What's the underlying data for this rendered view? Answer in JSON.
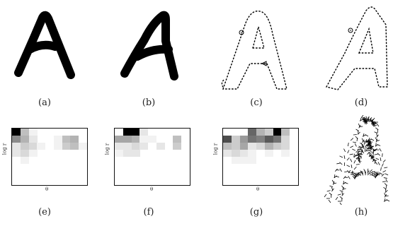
{
  "panels": {
    "captions": [
      "(a)",
      "(b)",
      "(c)",
      "(d)",
      "(e)",
      "(f)",
      "(g)",
      "(h)"
    ]
  },
  "histograms": {
    "xlabel": "θ",
    "ylabel": "log r",
    "grids": [
      [
        [
          1.0,
          0.25,
          0.05,
          0.0,
          0.0,
          0.0,
          0.0,
          0.0,
          0.0
        ],
        [
          0.45,
          0.3,
          0.1,
          0.0,
          0.0,
          0.05,
          0.25,
          0.3,
          0.0
        ],
        [
          0.1,
          0.2,
          0.15,
          0.05,
          0.0,
          0.05,
          0.2,
          0.25,
          0.05
        ],
        [
          0.1,
          0.15,
          0.05,
          0.0,
          0.0,
          0.0,
          0.0,
          0.0,
          0.0
        ],
        [
          0.0,
          0.05,
          0.0,
          0.0,
          0.0,
          0.0,
          0.0,
          0.0,
          0.0
        ]
      ],
      [
        [
          0.0,
          1.0,
          1.0,
          0.1,
          0.0,
          0.0,
          0.0,
          0.0,
          0.0
        ],
        [
          0.35,
          0.35,
          0.3,
          0.05,
          0.05,
          0.0,
          0.0,
          0.25,
          0.0
        ],
        [
          0.1,
          0.1,
          0.15,
          0.1,
          0.0,
          0.1,
          0.0,
          0.2,
          0.0
        ],
        [
          0.05,
          0.1,
          0.1,
          0.0,
          0.0,
          0.0,
          0.0,
          0.0,
          0.0
        ],
        [
          0.0,
          0.0,
          0.0,
          0.0,
          0.0,
          0.0,
          0.0,
          0.0,
          0.0
        ]
      ],
      [
        [
          0.0,
          0.0,
          0.0,
          0.6,
          0.3,
          0.2,
          1.0,
          0.25,
          0.0
        ],
        [
          0.7,
          0.2,
          0.4,
          0.55,
          0.5,
          0.65,
          0.55,
          0.15,
          0.0
        ],
        [
          0.25,
          0.2,
          0.35,
          0.1,
          0.15,
          0.3,
          0.2,
          0.15,
          0.0
        ],
        [
          0.1,
          0.15,
          0.1,
          0.05,
          0.0,
          0.05,
          0.0,
          0.05,
          0.0
        ],
        [
          0.0,
          0.05,
          0.05,
          0.05,
          0.0,
          0.0,
          0.0,
          0.0,
          0.0
        ]
      ]
    ]
  }
}
